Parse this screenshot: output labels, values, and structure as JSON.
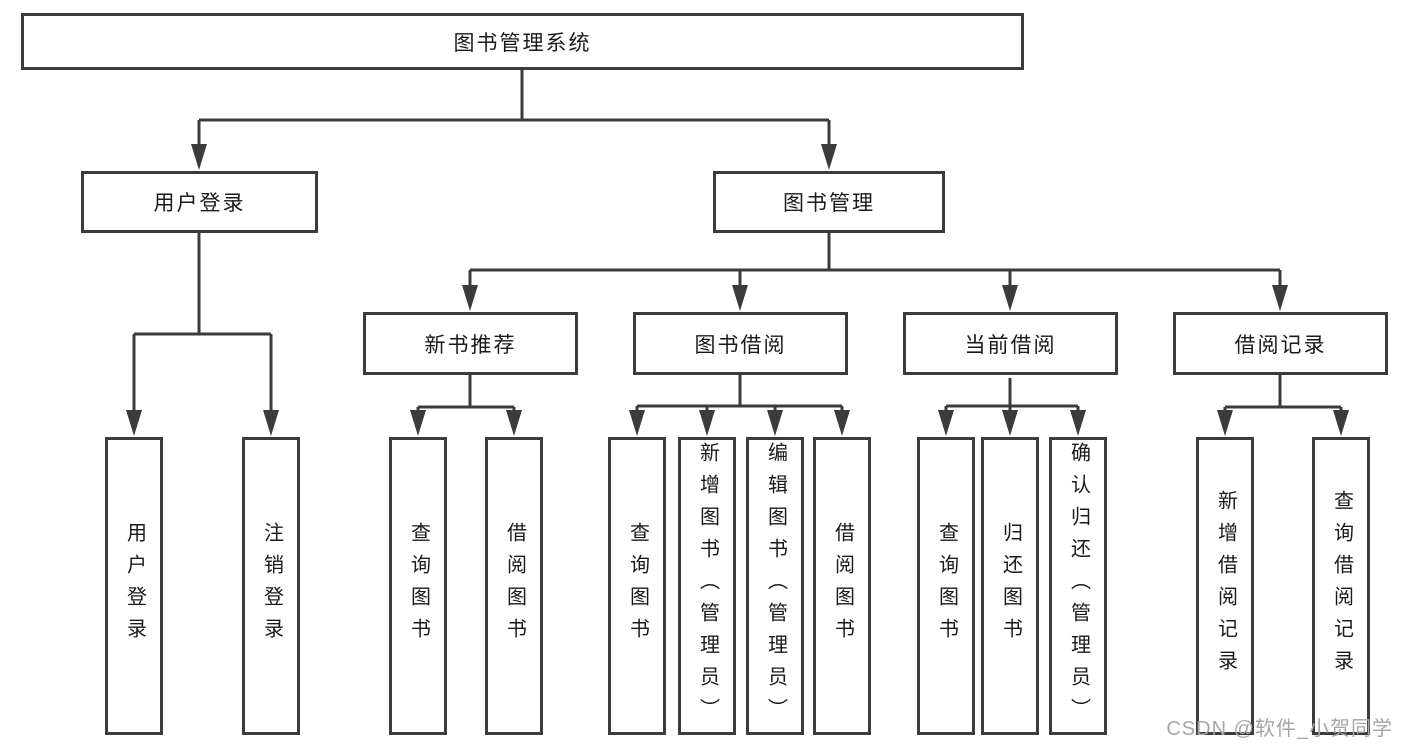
{
  "title": "图书管理系统",
  "tree": {
    "root": {
      "label": "图书管理系统"
    },
    "branches": [
      {
        "label": "用户登录",
        "children": [
          {
            "label": "用户登录"
          },
          {
            "label": "注销登录"
          }
        ]
      },
      {
        "label": "图书管理",
        "children": [
          {
            "label": "新书推荐",
            "children": [
              {
                "label": "查询图书"
              },
              {
                "label": "借阅图书"
              }
            ]
          },
          {
            "label": "图书借阅",
            "children": [
              {
                "label": "查询图书"
              },
              {
                "label": "新增图书（管理员）"
              },
              {
                "label": "编辑图书（管理员）"
              },
              {
                "label": "借阅图书"
              }
            ]
          },
          {
            "label": "当前借阅",
            "children": [
              {
                "label": "查询图书"
              },
              {
                "label": "归还图书"
              },
              {
                "label": "确认归还（管理员）"
              }
            ]
          },
          {
            "label": "借阅记录",
            "children": [
              {
                "label": "新增借阅记录"
              },
              {
                "label": "查询借阅记录"
              }
            ]
          }
        ]
      }
    ]
  },
  "watermark": {
    "text": "CSDN @软件_小贺同学"
  },
  "colors": {
    "line": "#3b3b3b",
    "text": "#1a1a1a",
    "background": "#ffffff",
    "watermark": "#a6a6a6"
  }
}
